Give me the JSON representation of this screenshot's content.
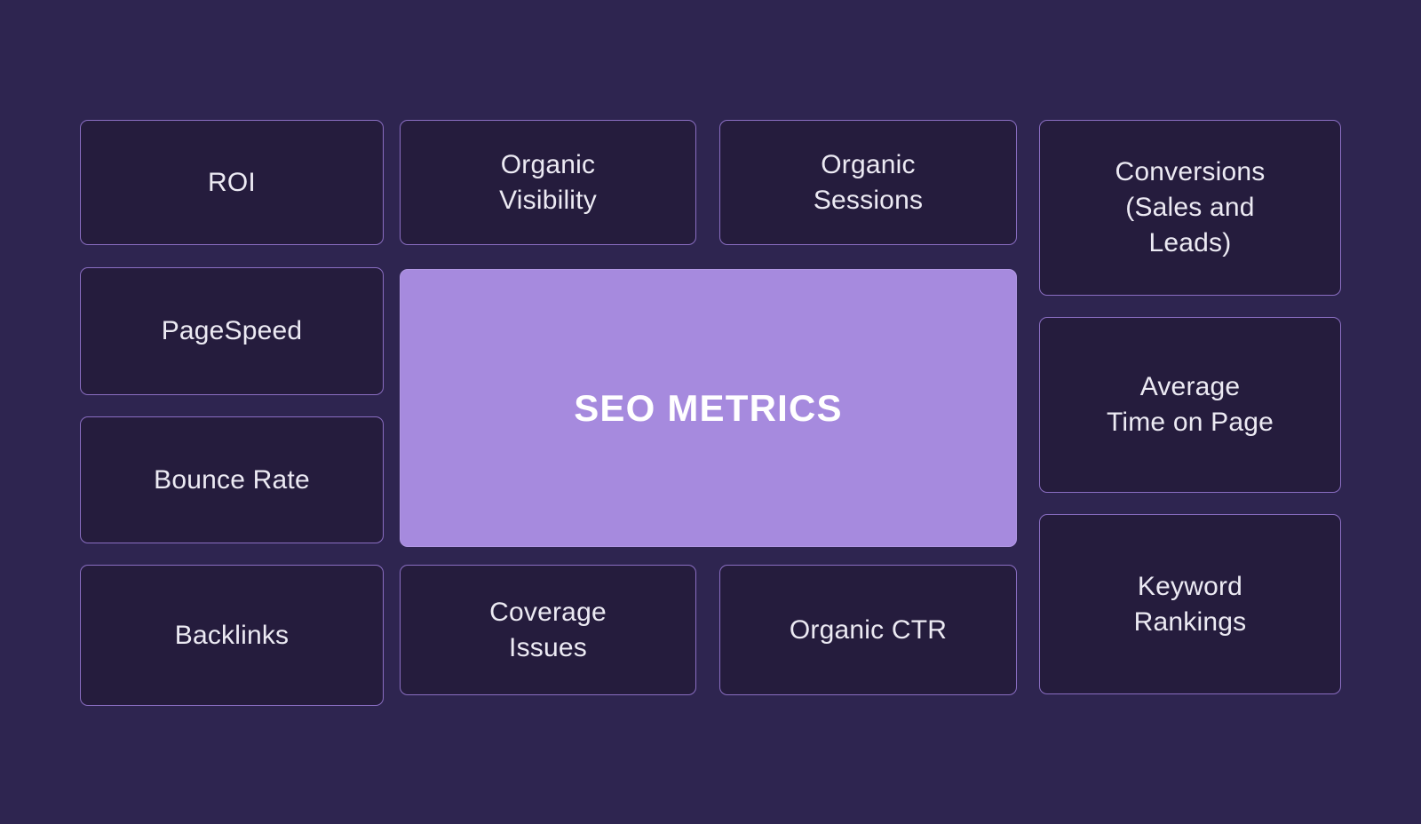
{
  "diagram": {
    "title": "SEO METRICS",
    "type": "mind-map",
    "colors": {
      "background": "#2e2550",
      "card_fill": "#251c3d",
      "card_border": "#8a6ec2",
      "card_text": "#eceaf3",
      "hero_fill": "#a68ade",
      "hero_text": "#ffffff"
    },
    "center": {
      "label": "SEO METRICS"
    },
    "columns": [
      {
        "name": "left-column",
        "cards": [
          {
            "id": "roi",
            "label": "ROI"
          },
          {
            "id": "pagespeed",
            "label": "PageSpeed"
          },
          {
            "id": "bounce-rate",
            "label": "Bounce Rate"
          },
          {
            "id": "backlinks",
            "label": "Backlinks"
          }
        ]
      },
      {
        "name": "inner-left-column",
        "cards": [
          {
            "id": "organic-visibility",
            "label": "Organic\nVisibility"
          },
          {
            "id": "coverage-issues",
            "label": "Coverage\nIssues"
          }
        ]
      },
      {
        "name": "inner-right-column",
        "cards": [
          {
            "id": "organic-sessions",
            "label": "Organic\nSessions"
          },
          {
            "id": "organic-ctr",
            "label": "Organic CTR"
          }
        ]
      },
      {
        "name": "right-column",
        "cards": [
          {
            "id": "conversions",
            "label": "Conversions\n(Sales and\nLeads)"
          },
          {
            "id": "avg-time-on-page",
            "label": "Average\nTime on Page"
          },
          {
            "id": "keyword-rankings",
            "label": "Keyword\nRankings"
          }
        ]
      }
    ]
  }
}
